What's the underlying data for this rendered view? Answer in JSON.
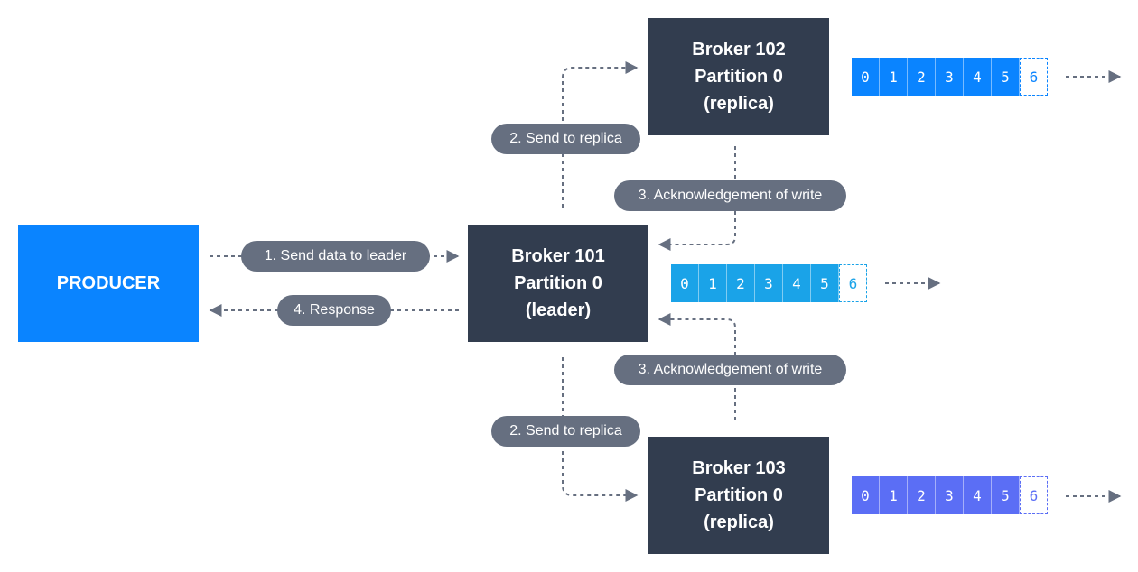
{
  "producer": {
    "label": "PRODUCER"
  },
  "brokers": {
    "leader": {
      "lines": [
        "Broker 101",
        "Partition 0",
        "(leader)"
      ]
    },
    "replica1": {
      "lines": [
        "Broker 102",
        "Partition 0",
        "(replica)"
      ]
    },
    "replica2": {
      "lines": [
        "Broker 103",
        "Partition 0",
        "(replica)"
      ]
    }
  },
  "steps": {
    "send_to_leader": "1. Send data to leader",
    "send_to_replica_top": "2. Send to replica",
    "send_to_replica_bottom": "2. Send to replica",
    "ack_top": "3. Acknowledgement of write",
    "ack_bottom": "3. Acknowledgement of write",
    "response": "4. Response"
  },
  "logs": {
    "leader": {
      "offsets": [
        "0",
        "1",
        "2",
        "3",
        "4",
        "5",
        "6"
      ],
      "color": "#1aa3e8"
    },
    "replica1": {
      "offsets": [
        "0",
        "1",
        "2",
        "3",
        "4",
        "5",
        "6"
      ],
      "color": "#0a84ff"
    },
    "replica2": {
      "offsets": [
        "0",
        "1",
        "2",
        "3",
        "4",
        "5",
        "6"
      ],
      "color": "#5b6ef5"
    }
  },
  "colors": {
    "wire": "#666f80",
    "broker": "#323d4f",
    "producer": "#0a84ff"
  }
}
